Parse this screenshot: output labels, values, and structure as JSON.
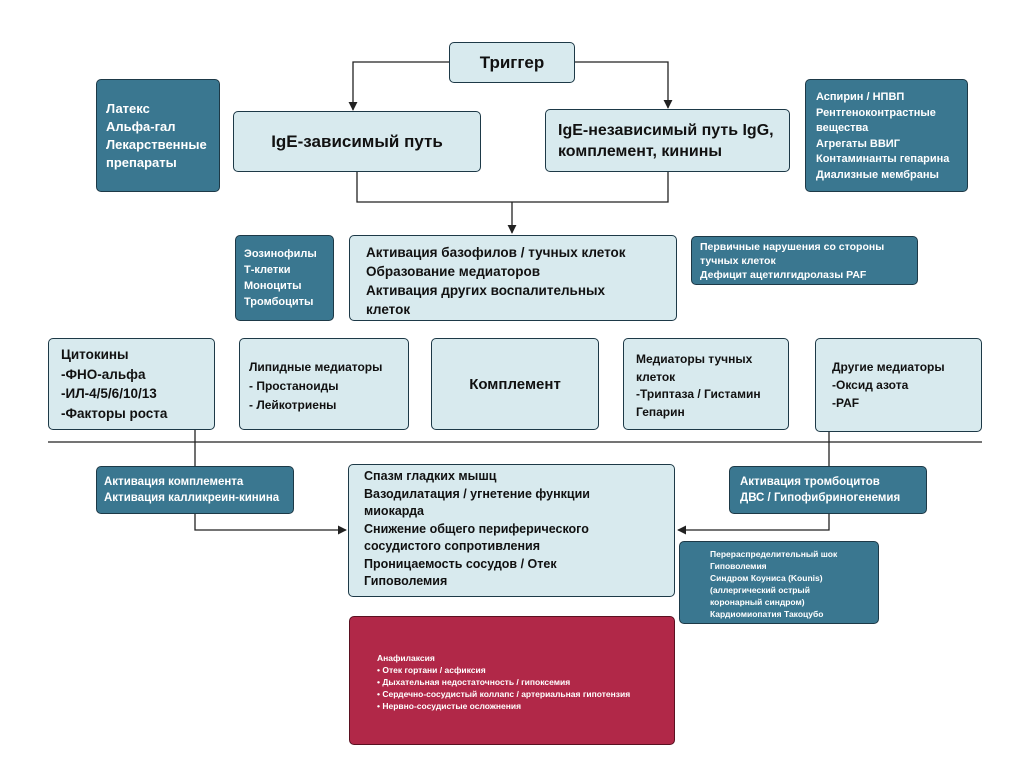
{
  "trigger": "Триггер",
  "ige_dependent": "IgE-зависимый путь",
  "ige_independent": [
    "IgE-независимый путь IgG,",
    "комплемент, кинины"
  ],
  "left_triggers": [
    "Латекс",
    "Альфа-гал",
    "Лекарственные",
    "препараты"
  ],
  "right_triggers": [
    "Аспирин / НПВП",
    "Рентгеноконтрастные",
    "вещества",
    "Агрегаты ВВИГ",
    "Контаминанты гепарина",
    "Диализные мембраны"
  ],
  "cells": [
    "Эозинофилы",
    "Т-клетки",
    "Моноциты",
    "Тромбоциты"
  ],
  "activation": [
    "Активация базофилов / тучных клеток",
    "Образование медиаторов",
    "Активация других воспалительных",
    "клеток"
  ],
  "primary_defects": [
    "Первичные нарушения со стороны",
    "тучных клеток",
    "Дефицит ацетилгидролазы PAF"
  ],
  "mediators": {
    "cytokines": [
      "Цитокины",
      "-ФНО-альфа",
      "-ИЛ-4/5/6/10/13",
      "-Факторы роста"
    ],
    "lipid": [
      "Липидные медиаторы",
      "- Простаноиды",
      "- Лейкотриены"
    ],
    "complement": "Комплемент",
    "mast": [
      "Медиаторы тучных",
      "клеток",
      "-Триптаза / Гистамин",
      "Гепарин"
    ],
    "other": [
      "Другие медиаторы",
      "-Оксид азота",
      "-PAF"
    ]
  },
  "complement_activation": [
    "Активация комплемента",
    "Активация калликреин-кинина"
  ],
  "effects": [
    "Спазм гладких мышц",
    "Вазодилатация / угнетение функции",
    "миокарда",
    "Снижение общего периферического",
    "сосудистого сопротивления",
    "Проницаемость сосудов / Отек",
    "Гиповолемия"
  ],
  "platelet_activation": [
    "Активация тромбоцитов",
    "ДВС / Гипофибриногенемия"
  ],
  "shock": [
    "Перераспределительный шок",
    "Гиповолемия",
    "Синдром Коуниса (Kounis)",
    "(аллергический острый",
    "коронарный синдром)",
    "Кардиомиопатия Такоцубо"
  ],
  "anaphylaxis": {
    "title": "Анафилаксия",
    "items": [
      "• Отек гортани / асфиксия",
      "• Дыхательная недостаточность / гипоксемия",
      "• Сердечно-сосудистый коллапс / артериальная гипотензия",
      "• Нервно-сосудистые осложнения"
    ]
  },
  "colors": {
    "light": "#d8eaee",
    "dark": "#3a7790",
    "red": "#b12848",
    "line": "#222222"
  }
}
